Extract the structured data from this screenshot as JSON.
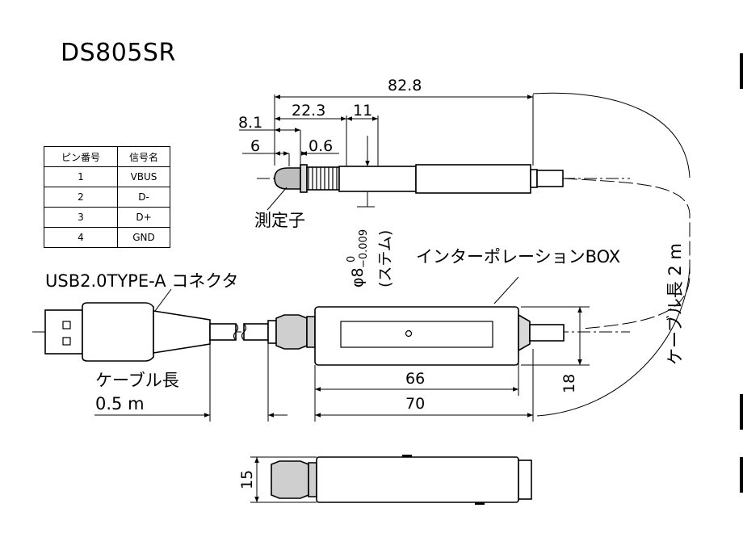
{
  "title": "DS805SR",
  "pin_table": {
    "headers": [
      "ピン番号",
      "信号名"
    ],
    "rows": [
      [
        "1",
        "VBUS"
      ],
      [
        "2",
        "D-"
      ],
      [
        "3",
        "D+"
      ],
      [
        "4",
        "GND"
      ]
    ]
  },
  "labels": {
    "probe_tip": "測定子",
    "stem_dia": "φ8",
    "tol_upper": "0",
    "tol_lower": "−0.009",
    "stem": "(ステム)",
    "box": "インターポレーションBOX",
    "connector": "USB2.0TYPE-A コネクタ",
    "cable_short_1": "ケーブル長",
    "cable_short_2": "0.5 m",
    "cable_long": "ケーブル長 2 m"
  },
  "dims": {
    "overall": "82.8",
    "d_8_1": "8.1",
    "d_22_3": "22.3",
    "d_11": "11",
    "d_6": "6",
    "d_0_6": "0.6",
    "d_66": "66",
    "d_70": "70",
    "d_18": "18",
    "d_15": "15"
  }
}
